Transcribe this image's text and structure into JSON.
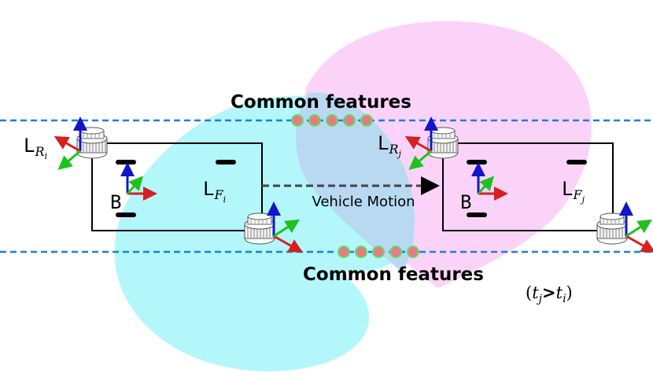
{
  "labels": {
    "common_top": "Common features",
    "common_bottom": "Common features",
    "motion": "Vehicle Motion",
    "time_relation": "(t_j > t_i)",
    "time_open": "(",
    "time_t1": "t",
    "time_j": "j",
    "time_gt": ">",
    "time_t2": "t",
    "time_i": "i",
    "time_close": ")"
  },
  "vehicles": [
    {
      "body_frame": "B",
      "rear_lidar": {
        "base": "L",
        "sub": "R",
        "index": "i"
      },
      "front_lidar": {
        "base": "L",
        "sub": "F",
        "index": "i"
      }
    },
    {
      "body_frame": "B",
      "rear_lidar": {
        "base": "L",
        "sub": "R",
        "index": "j"
      },
      "front_lidar": {
        "base": "L",
        "sub": "F",
        "index": "j"
      }
    }
  ],
  "colors": {
    "fov_i": "#b3f7fb",
    "fov_j": "#fbd3f9",
    "overlap": "#b9d9f3",
    "boundary": "#1a7fe0",
    "feature_fill": "#e87a86",
    "feature_ring": "#5fe05f",
    "axis_x": "#d42020",
    "axis_y": "#1ec21e",
    "axis_z": "#1414c8"
  }
}
